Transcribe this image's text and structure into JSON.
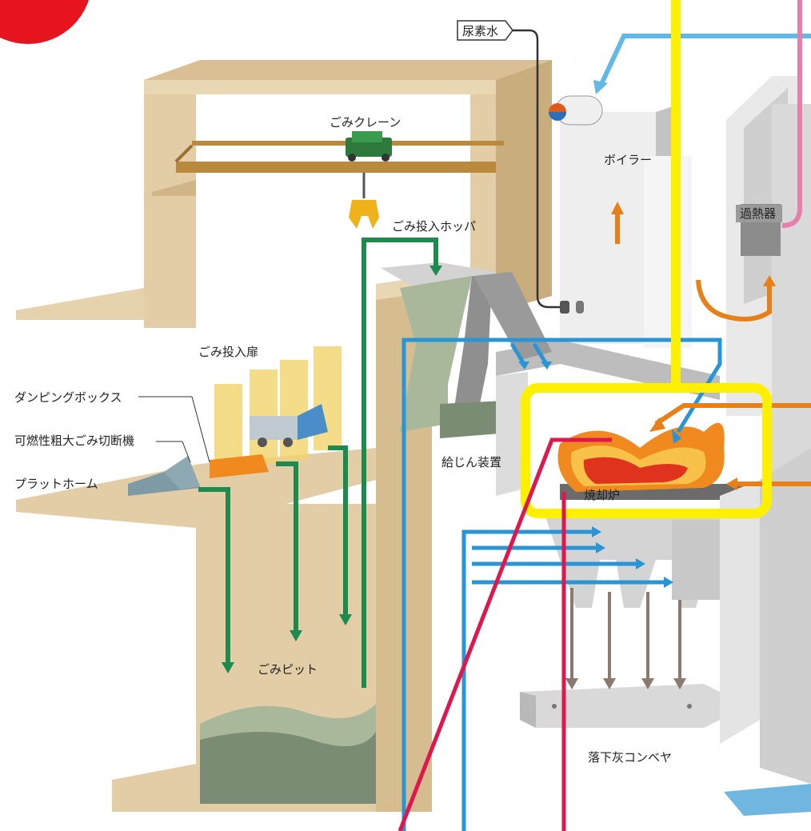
{
  "labels": {
    "urea_water": "尿素水",
    "garbage_crane": "ごみクレーン",
    "boiler": "ボイラー",
    "superheater": "過熱器",
    "hopper": "ごみ投入ホッパ",
    "entry_door": "ごみ投入扉",
    "dumping_box": "ダンピングボックス",
    "shredder": "可燃性粗大ごみ切断機",
    "platform": "プラットホーム",
    "feeder": "給じん装置",
    "incinerator": "焼却炉",
    "pit": "ごみピット",
    "ash_conveyor": "落下灰コンベヤ"
  },
  "colors": {
    "structure": "#e2cda7",
    "structure_dark": "#c9ad7d",
    "structure_edge": "#b8975f",
    "steel": "#e6e6e6",
    "steel_dark": "#a9a9a9",
    "waste_flow": "#1d8a4e",
    "air_flow": "#2a95d6",
    "gas_flow": "#e8801a",
    "ash_flow": "#8a7a70",
    "exhaust": "#fff000",
    "steam": "#e67fab",
    "sky_blue": "#62b8e6",
    "red_line": "#e0174d",
    "logo_red": "#e5141e",
    "garbage": "#7a8c73"
  }
}
